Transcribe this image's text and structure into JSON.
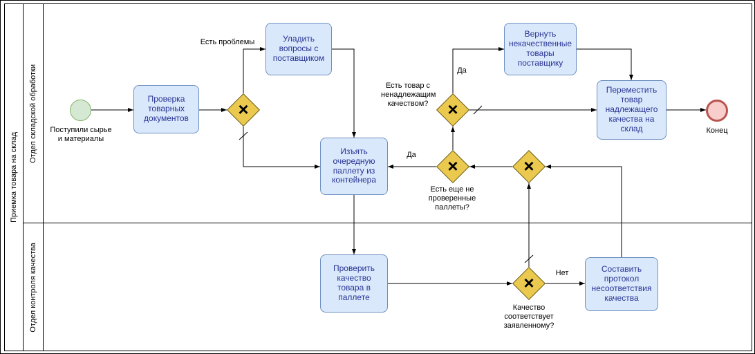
{
  "pool": {
    "title": "Приемка товара на склад",
    "lanes": [
      {
        "title": "Отдел складской обработки"
      },
      {
        "title": "Отдел контроля качества"
      }
    ]
  },
  "events": {
    "start": {
      "label": "Поступили сырье и материалы"
    },
    "end": {
      "label": "Конец"
    }
  },
  "tasks": {
    "check_docs": "Проверка товарных документов",
    "settle_issues": "Уладить вопросы с поставщиком",
    "take_pallet": "Изъять очередную паллету из контейнера",
    "return_goods": "Вернуть некачественные товары поставщику",
    "move_goods": "Переместить товар надлежащего качества на склад",
    "check_quality": "Проверить качество товара в паллете",
    "make_protocol": "Составить протокол несоответствия качества"
  },
  "labels": {
    "has_problems": "Есть проблемы",
    "bad_goods_question": "Есть товар с ненадлежащим качеством?",
    "bad_goods_yes": "Да",
    "more_pallets_question": "Есть еще не проверенные паллеты?",
    "more_pallets_yes": "Да",
    "quality_question": "Качество соответствует заявленному?",
    "quality_no": "Нет"
  },
  "icons": {
    "xor_mark": "×"
  },
  "colors": {
    "task_fill": "#dae8fc",
    "task_border": "#6c8ebf",
    "task_text": "#283593",
    "gateway_fill": "#eac94e",
    "gateway_border": "#6b5d1f",
    "start_fill": "#d5e8d4",
    "start_border": "#82b366",
    "end_fill": "#f8cecc",
    "end_border": "#b85450"
  }
}
